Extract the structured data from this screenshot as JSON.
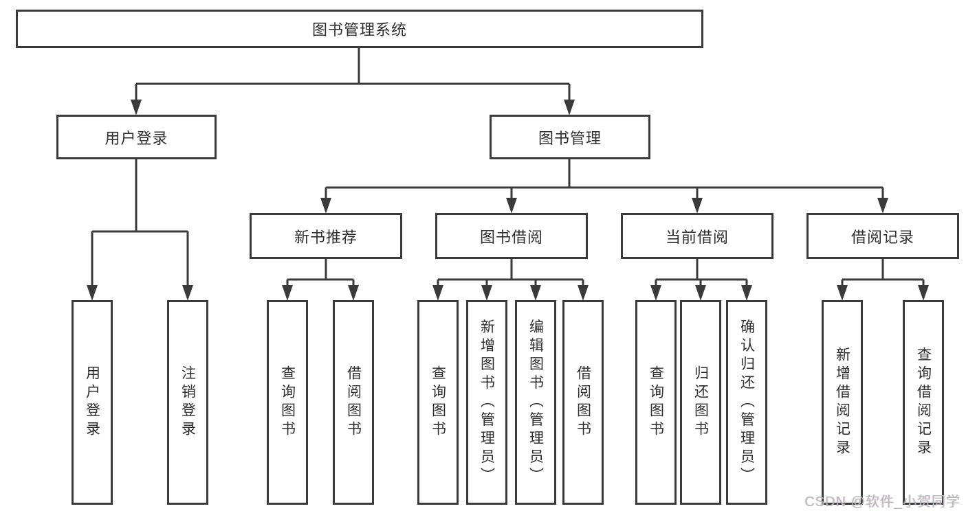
{
  "diagram": {
    "root": {
      "label": "图书管理系统"
    },
    "branches": [
      {
        "label": "用户登录",
        "children": [
          {
            "label": "用户登录"
          },
          {
            "label": "注销登录"
          }
        ]
      },
      {
        "label": "图书管理",
        "children": [
          {
            "label": "新书推荐",
            "children": [
              {
                "label": "查询图书"
              },
              {
                "label": "借阅图书"
              }
            ]
          },
          {
            "label": "图书借阅",
            "children": [
              {
                "label": "查询图书"
              },
              {
                "label": "新增图书（管理员）"
              },
              {
                "label": "编辑图书（管理员）"
              },
              {
                "label": "借阅图书"
              }
            ]
          },
          {
            "label": "当前借阅",
            "children": [
              {
                "label": "查询图书"
              },
              {
                "label": "归还图书"
              },
              {
                "label": "确认归还（管理员）"
              }
            ]
          },
          {
            "label": "借阅记录",
            "children": [
              {
                "label": "新增借阅记录"
              },
              {
                "label": "查询借阅记录"
              }
            ]
          }
        ]
      }
    ]
  },
  "watermark": {
    "text": "CSDN @软件_小贺同学"
  },
  "colors": {
    "line": "#3a3a3a",
    "border": "#3a3a3a",
    "text": "#2e2e2e",
    "watermark": "#b9b9b9",
    "background": "#ffffff"
  }
}
